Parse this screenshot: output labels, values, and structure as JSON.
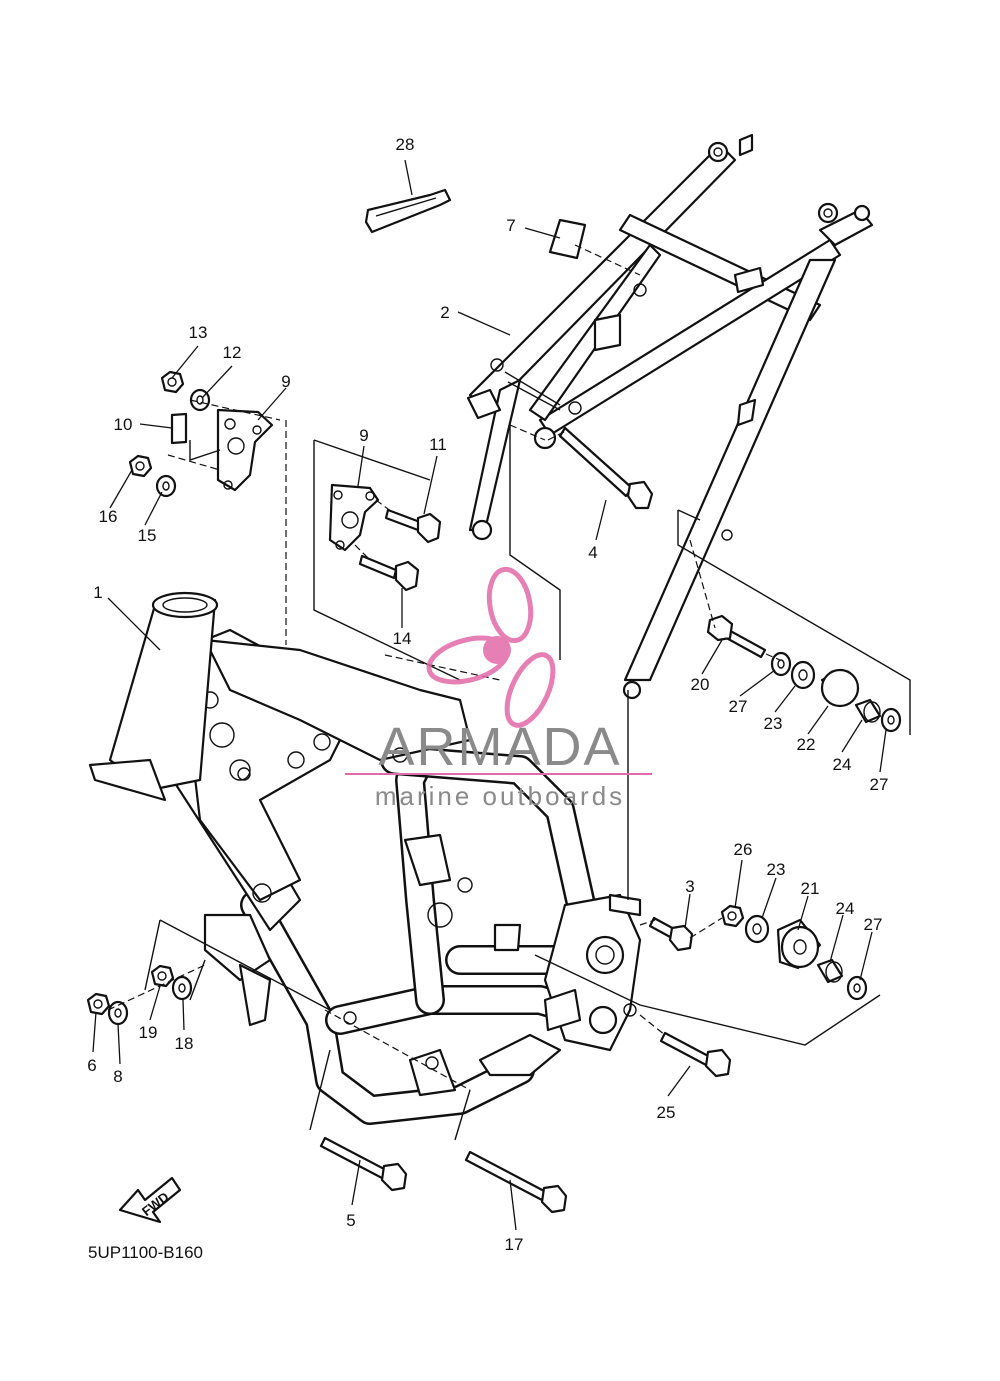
{
  "diagram_code": "5UP1100-B160",
  "fwd_label": "FWD",
  "watermark": {
    "title": "ARMADA",
    "subtitle": "marine outboards",
    "color": "#e26aa8"
  },
  "callouts": [
    {
      "id": "c1",
      "label": "1"
    },
    {
      "id": "c2",
      "label": "2"
    },
    {
      "id": "c3",
      "label": "3"
    },
    {
      "id": "c4",
      "label": "4"
    },
    {
      "id": "c5",
      "label": "5"
    },
    {
      "id": "c6",
      "label": "6"
    },
    {
      "id": "c7",
      "label": "7"
    },
    {
      "id": "c8",
      "label": "8"
    },
    {
      "id": "c9a",
      "label": "9"
    },
    {
      "id": "c9b",
      "label": "9"
    },
    {
      "id": "c10",
      "label": "10"
    },
    {
      "id": "c11",
      "label": "11"
    },
    {
      "id": "c12",
      "label": "12"
    },
    {
      "id": "c13",
      "label": "13"
    },
    {
      "id": "c14",
      "label": "14"
    },
    {
      "id": "c15",
      "label": "15"
    },
    {
      "id": "c16",
      "label": "16"
    },
    {
      "id": "c17",
      "label": "17"
    },
    {
      "id": "c18",
      "label": "18"
    },
    {
      "id": "c19",
      "label": "19"
    },
    {
      "id": "c20",
      "label": "20"
    },
    {
      "id": "c21",
      "label": "21"
    },
    {
      "id": "c22",
      "label": "22"
    },
    {
      "id": "c23a",
      "label": "23"
    },
    {
      "id": "c23b",
      "label": "23"
    },
    {
      "id": "c24a",
      "label": "24"
    },
    {
      "id": "c24b",
      "label": "24"
    },
    {
      "id": "c25",
      "label": "25"
    },
    {
      "id": "c26",
      "label": "26"
    },
    {
      "id": "c27a",
      "label": "27"
    },
    {
      "id": "c27b",
      "label": "27"
    },
    {
      "id": "c27c",
      "label": "27"
    },
    {
      "id": "c28",
      "label": "28"
    }
  ]
}
